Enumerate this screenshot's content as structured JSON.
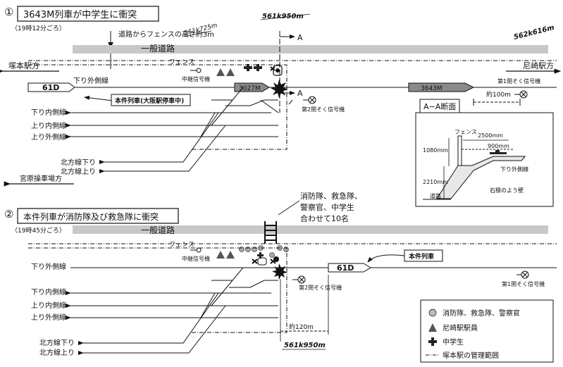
{
  "scene1": {
    "number": "①",
    "title": "3643M列車が中学生に衝突",
    "time": "（19時12分ごろ）",
    "fence_height_note": "道路からフェンスの高さ約3m",
    "general_road": "一般道路",
    "fence": "フェンス",
    "km_left": "561k725m",
    "km_center": "561k950m",
    "km_right": "562k616m",
    "section_mark": "A",
    "station_left": "塚本駅方",
    "station_right": "尼崎駅方",
    "relay_signal": "中継信号機",
    "signal_2": "第2閉そく信号機",
    "signal_1": "第1閉そく信号機",
    "distance_100": "約100m",
    "train_61d": "61D",
    "train_3027m": "3027M",
    "train_3643m": "3643M",
    "incident_train_label": "本件列車(大阪駅停車中)",
    "miyahara": "宮原操車場方",
    "tracks": [
      "下り外側線",
      "下り内側線",
      "上り内側線",
      "上り外側線",
      "北方線下り",
      "北方線上り"
    ]
  },
  "section": {
    "title": "A−A断面",
    "fence": "フェンス",
    "dim_2500": "2500mm",
    "dim_900": "900mm",
    "dim_1080": "1080mm",
    "dim_2210": "2210mm",
    "track": "下り外側線",
    "road": "道路",
    "wall": "石積のよう壁"
  },
  "scene2": {
    "number": "②",
    "title": "本件列車が消防隊及び救急隊に衝突",
    "time": "（19時45分ごろ）",
    "crowd_note": [
      "消防隊、救急隊、",
      "警察官、中学生",
      "合わせて10名"
    ],
    "general_road": "一般道路",
    "fence": "フェンス",
    "relay_signal": "中継信号機",
    "signal_2": "第2閉そく信号機",
    "signal_1": "第1閉そく信号機",
    "train_61d": "61D",
    "incident_train": "本件列車",
    "distance_120": "約120m",
    "km_center": "561k950m",
    "tracks": [
      "下り外側線",
      "下り内側線",
      "上り内側線",
      "上り外側線",
      "北方線下り",
      "北方線上り"
    ]
  },
  "legend": {
    "items": [
      {
        "icon": "circle-icon",
        "label": "消防隊、救急隊、警察官"
      },
      {
        "icon": "triangle-icon",
        "label": "尼崎駅駅員"
      },
      {
        "icon": "cross-icon",
        "label": "中学生"
      },
      {
        "icon": "dash-dot-line-icon",
        "label": "塚本駅の管理範囲"
      }
    ]
  },
  "colors": {
    "road": "#c8c8c8",
    "train": "#8a8a8a",
    "ink": "#111111"
  }
}
